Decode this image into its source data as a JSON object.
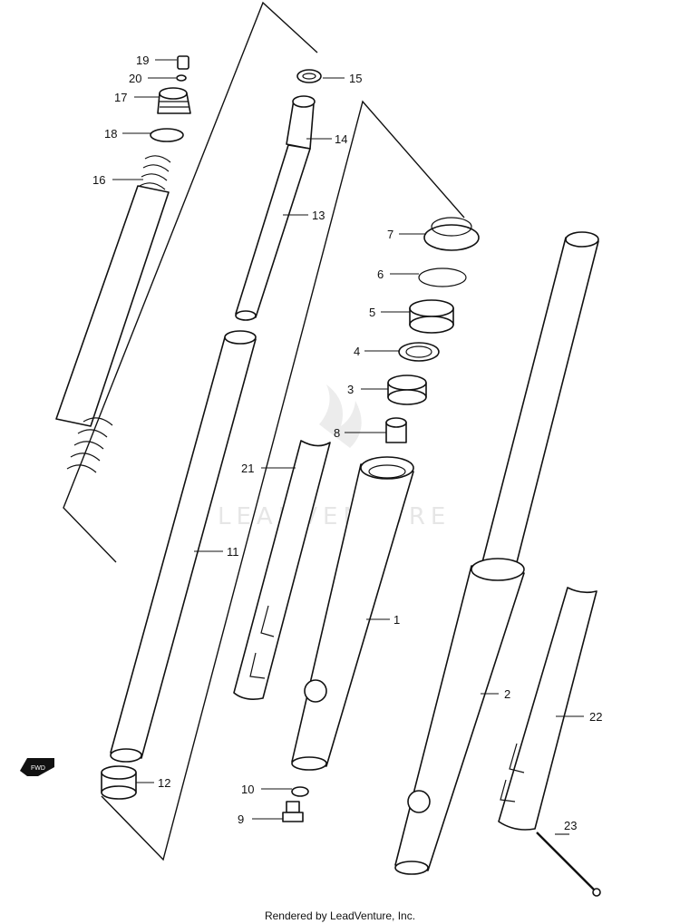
{
  "diagram": {
    "labels": {
      "p1": "1",
      "p2": "2",
      "p3": "3",
      "p4": "4",
      "p5": "5",
      "p6": "6",
      "p7": "7",
      "p8": "8",
      "p9": "9",
      "p10": "10",
      "p11": "11",
      "p12": "12",
      "p13": "13",
      "p14": "14",
      "p15": "15",
      "p16": "16",
      "p17": "17",
      "p18": "18",
      "p19": "19",
      "p20": "20",
      "p21": "21",
      "p22": "22",
      "p23": "23"
    },
    "fwd_badge": "FWD",
    "watermark": "LEADVENTURE"
  },
  "footer": {
    "text": "Rendered by LeadVenture, Inc."
  }
}
